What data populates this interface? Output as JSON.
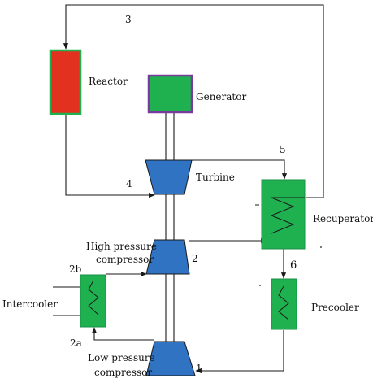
{
  "labels": {
    "reactor": "Reactor",
    "generator": "Generator",
    "turbine": "Turbine",
    "recuperator": "Recuperator",
    "hp_compressor_line1": "High pressure",
    "hp_compressor_line2": "compressor",
    "intercooler": "Intercooler",
    "precooler": "Precooler",
    "lp_compressor_line1": "Low pressure",
    "lp_compressor_line2": "compressor"
  },
  "state_points": {
    "p1": "1",
    "p2": "2",
    "p2a": "2a",
    "p2b": "2b",
    "p3": "3",
    "p4": "4",
    "p5": "5",
    "p6": "6"
  },
  "colors": {
    "reactor": "#e2321f",
    "generator": "#1fb04f",
    "generator_border": "#7a3c9c",
    "heat_exchanger": "#1fb04f",
    "turbomachine": "#2f73c2",
    "line": "#1a1a1a"
  }
}
